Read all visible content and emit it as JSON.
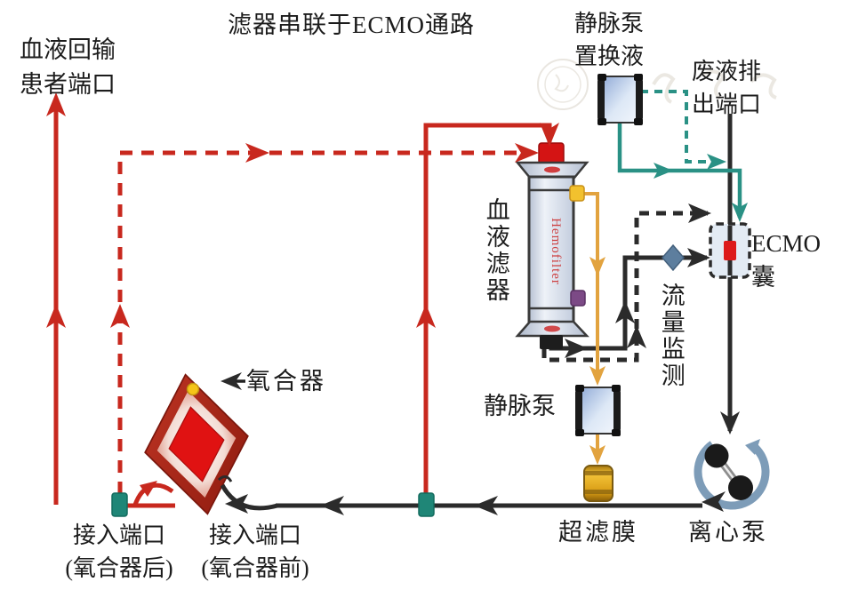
{
  "title": "滤器串联于ECMO通路",
  "labels": {
    "blood_return_line1": "血液回输",
    "blood_return_line2": "患者端口",
    "replacement_fluid_line1": "静脉泵",
    "replacement_fluid_line2": "置换液",
    "waste_port_line1": "废液排",
    "waste_port_line2": "出端口",
    "hemofilter": "血液滤器",
    "ecmo_bladder_line1": "ECMO",
    "ecmo_bladder_line2": "囊",
    "flow_monitor": "流量监测",
    "venous_pump": "静脉泵",
    "oxygenator": "氧合器",
    "uf_membrane": "超滤膜",
    "centrifugal_pump": "离心泵",
    "access_post_line1": "接入端口",
    "access_post_line2": "(氧合器后)",
    "access_pre_line1": "接入端口",
    "access_pre_line2": "(氧合器前)"
  },
  "devices": {
    "hemofilter_brand": "Hemofilter"
  },
  "colors": {
    "red": "#c8281e",
    "black": "#2b2b2b",
    "teal": "#2a9185",
    "orange": "#e2a33f",
    "gold": "#e0a41c",
    "steel": "#7d9cb8",
    "connector": "#1f8677",
    "filtertext": "#cc3030",
    "text": "#1c1c1c",
    "diamond": "#d42015"
  }
}
